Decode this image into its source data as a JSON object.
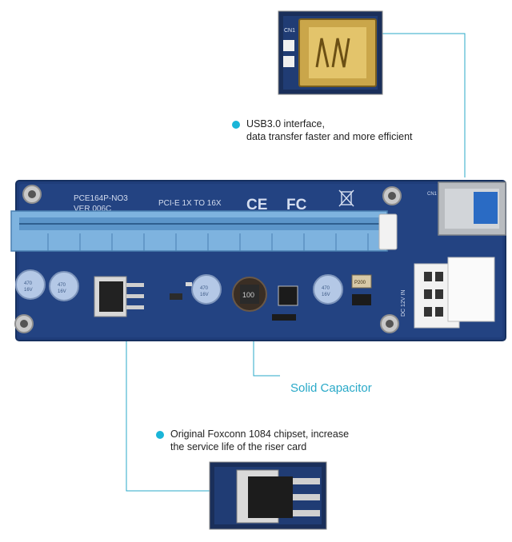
{
  "board": {
    "model_line1": "PCE164P-NO3",
    "model_line2": "VER 006C",
    "interface_label": "PCI-E 1X TO 16X",
    "ce_mark": "CE",
    "fc_mark": "FC",
    "power_label": "DC 12V IN",
    "usb_ref": "CN1",
    "inductor_code": "100",
    "chip_code": "P200",
    "capacitor_text": [
      "470",
      "16V"
    ]
  },
  "callouts": {
    "usb": {
      "line1": "USB3.0 interface,",
      "line2": "data transfer faster and more efficient"
    },
    "capacitor": {
      "label": "Solid Capacitor"
    },
    "chipset": {
      "line1": "Original Foxconn 1084 chipset, increase",
      "line2": "the service life of the riser card"
    }
  },
  "colors": {
    "pcb": "#1f3d7a",
    "slot": "#7eb3df",
    "accent": "#1ab5d8",
    "leader_line": "#29a9c8"
  }
}
